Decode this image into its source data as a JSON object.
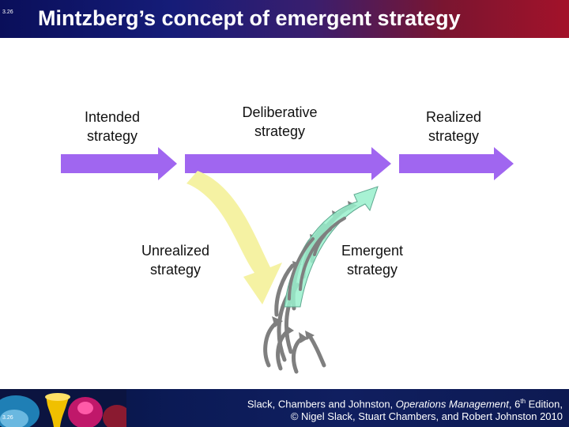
{
  "slide": {
    "number": "3.26",
    "footer_number": "3.26"
  },
  "title": "Mintzberg’s concept of emergent strategy",
  "labels": {
    "intended_1": "Intended",
    "intended_2": "strategy",
    "deliberative_1": "Deliberative",
    "deliberative_2": "strategy",
    "realized_1": "Realized",
    "realized_2": "strategy",
    "unrealized_1": "Unrealized",
    "unrealized_2": "strategy",
    "emergent_1": "Emergent",
    "emergent_2": "strategy"
  },
  "citation": {
    "part1": "Slack, Chambers and Johnston, ",
    "book": "Operations Management",
    "part2": ", 6",
    "sup": "th",
    "part3": " Edition,",
    "line2": "© Nigel Slack, Stuart Chambers, and Robert Johnston 2010"
  },
  "colors": {
    "header_left": "#0a0f5a",
    "header_right": "#a3122a",
    "arrow_purple": "#a066f0",
    "arrow_yellow": "#f5f2a3",
    "arrow_green": "#99f0cc",
    "arrow_grey": "#7f7f7f"
  }
}
